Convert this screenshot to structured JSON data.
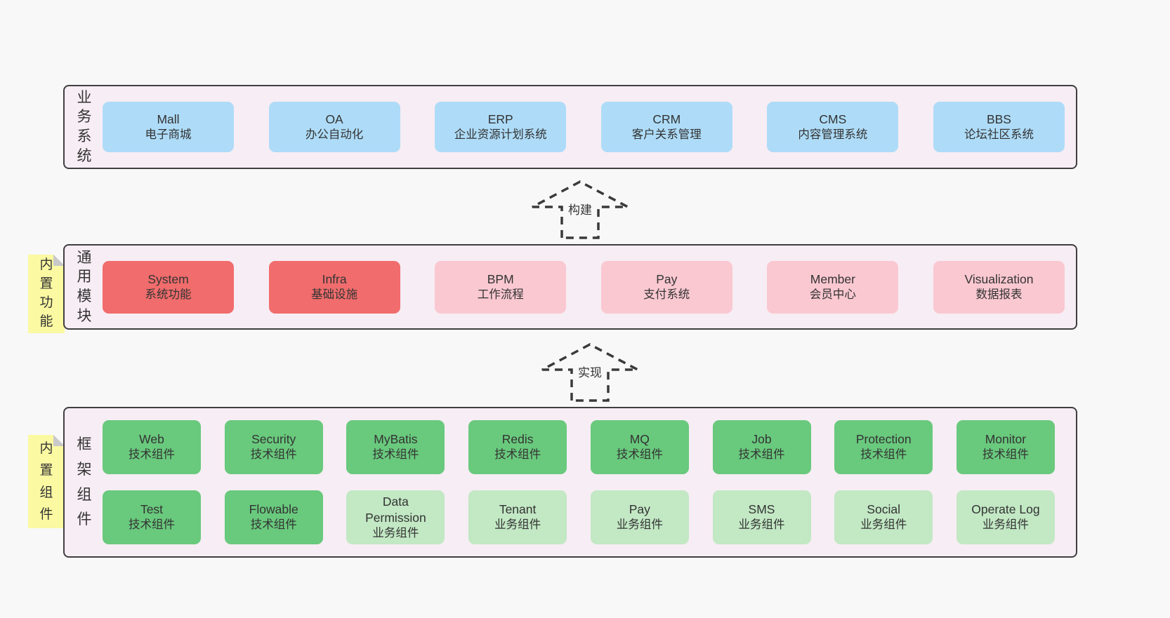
{
  "colors": {
    "page_bg": "#f8f8f8",
    "panel_bg": "#f7edf4",
    "panel_border": "#3f3f3f",
    "box_blue": "#aedcf8",
    "box_red": "#f16c6c",
    "box_pink": "#fac8d1",
    "box_green": "#69c97d",
    "box_light_green": "#c2e8c4",
    "sticky_yellow": "#fbf9a2",
    "sticky_fold": "#c9c9c9",
    "text": "#333333"
  },
  "arrows": [
    {
      "id": "build",
      "label": "构建"
    },
    {
      "id": "implement",
      "label": "实现"
    }
  ],
  "layers": [
    {
      "id": "business-systems",
      "side_label": "业务系统",
      "sticky": null,
      "rows": [
        [
          {
            "title": "Mall",
            "subtitle": "电子商城",
            "variant": "blue"
          },
          {
            "title": "OA",
            "subtitle": "办公自动化",
            "variant": "blue"
          },
          {
            "title": "ERP",
            "subtitle": "企业资源计划系统",
            "variant": "blue"
          },
          {
            "title": "CRM",
            "subtitle": "客户关系管理",
            "variant": "blue"
          },
          {
            "title": "CMS",
            "subtitle": "内容管理系统",
            "variant": "blue"
          },
          {
            "title": "BBS",
            "subtitle": "论坛社区系统",
            "variant": "blue"
          }
        ]
      ]
    },
    {
      "id": "common-modules",
      "side_label": "通用模块",
      "sticky": "内置功能",
      "rows": [
        [
          {
            "title": "System",
            "subtitle": "系统功能",
            "variant": "red"
          },
          {
            "title": "Infra",
            "subtitle": "基础设施",
            "variant": "red"
          },
          {
            "title": "BPM",
            "subtitle": "工作流程",
            "variant": "pink"
          },
          {
            "title": "Pay",
            "subtitle": "支付系统",
            "variant": "pink"
          },
          {
            "title": "Member",
            "subtitle": "会员中心",
            "variant": "pink"
          },
          {
            "title": "Visualization",
            "subtitle": "数据报表",
            "variant": "pink"
          }
        ]
      ]
    },
    {
      "id": "framework-components",
      "side_label": "框架组件",
      "sticky": "内置组件",
      "rows": [
        [
          {
            "title": "Web",
            "subtitle": "技术组件",
            "variant": "green"
          },
          {
            "title": "Security",
            "subtitle": "技术组件",
            "variant": "green"
          },
          {
            "title": "MyBatis",
            "subtitle": "技术组件",
            "variant": "green"
          },
          {
            "title": "Redis",
            "subtitle": "技术组件",
            "variant": "green"
          },
          {
            "title": "MQ",
            "subtitle": "技术组件",
            "variant": "green"
          },
          {
            "title": "Job",
            "subtitle": "技术组件",
            "variant": "green"
          },
          {
            "title": "Protection",
            "subtitle": "技术组件",
            "variant": "green"
          },
          {
            "title": "Monitor",
            "subtitle": "技术组件",
            "variant": "green"
          }
        ],
        [
          {
            "title": "Test",
            "subtitle": "技术组件",
            "variant": "green"
          },
          {
            "title": "Flowable",
            "subtitle": "技术组件",
            "variant": "green"
          },
          {
            "title": "Data Permission",
            "subtitle": "业务组件",
            "variant": "lightgreen"
          },
          {
            "title": "Tenant",
            "subtitle": "业务组件",
            "variant": "lightgreen"
          },
          {
            "title": "Pay",
            "subtitle": "业务组件",
            "variant": "lightgreen"
          },
          {
            "title": "SMS",
            "subtitle": "业务组件",
            "variant": "lightgreen"
          },
          {
            "title": "Social",
            "subtitle": "业务组件",
            "variant": "lightgreen"
          },
          {
            "title": "Operate Log",
            "subtitle": "业务组件",
            "variant": "lightgreen"
          }
        ]
      ]
    }
  ]
}
